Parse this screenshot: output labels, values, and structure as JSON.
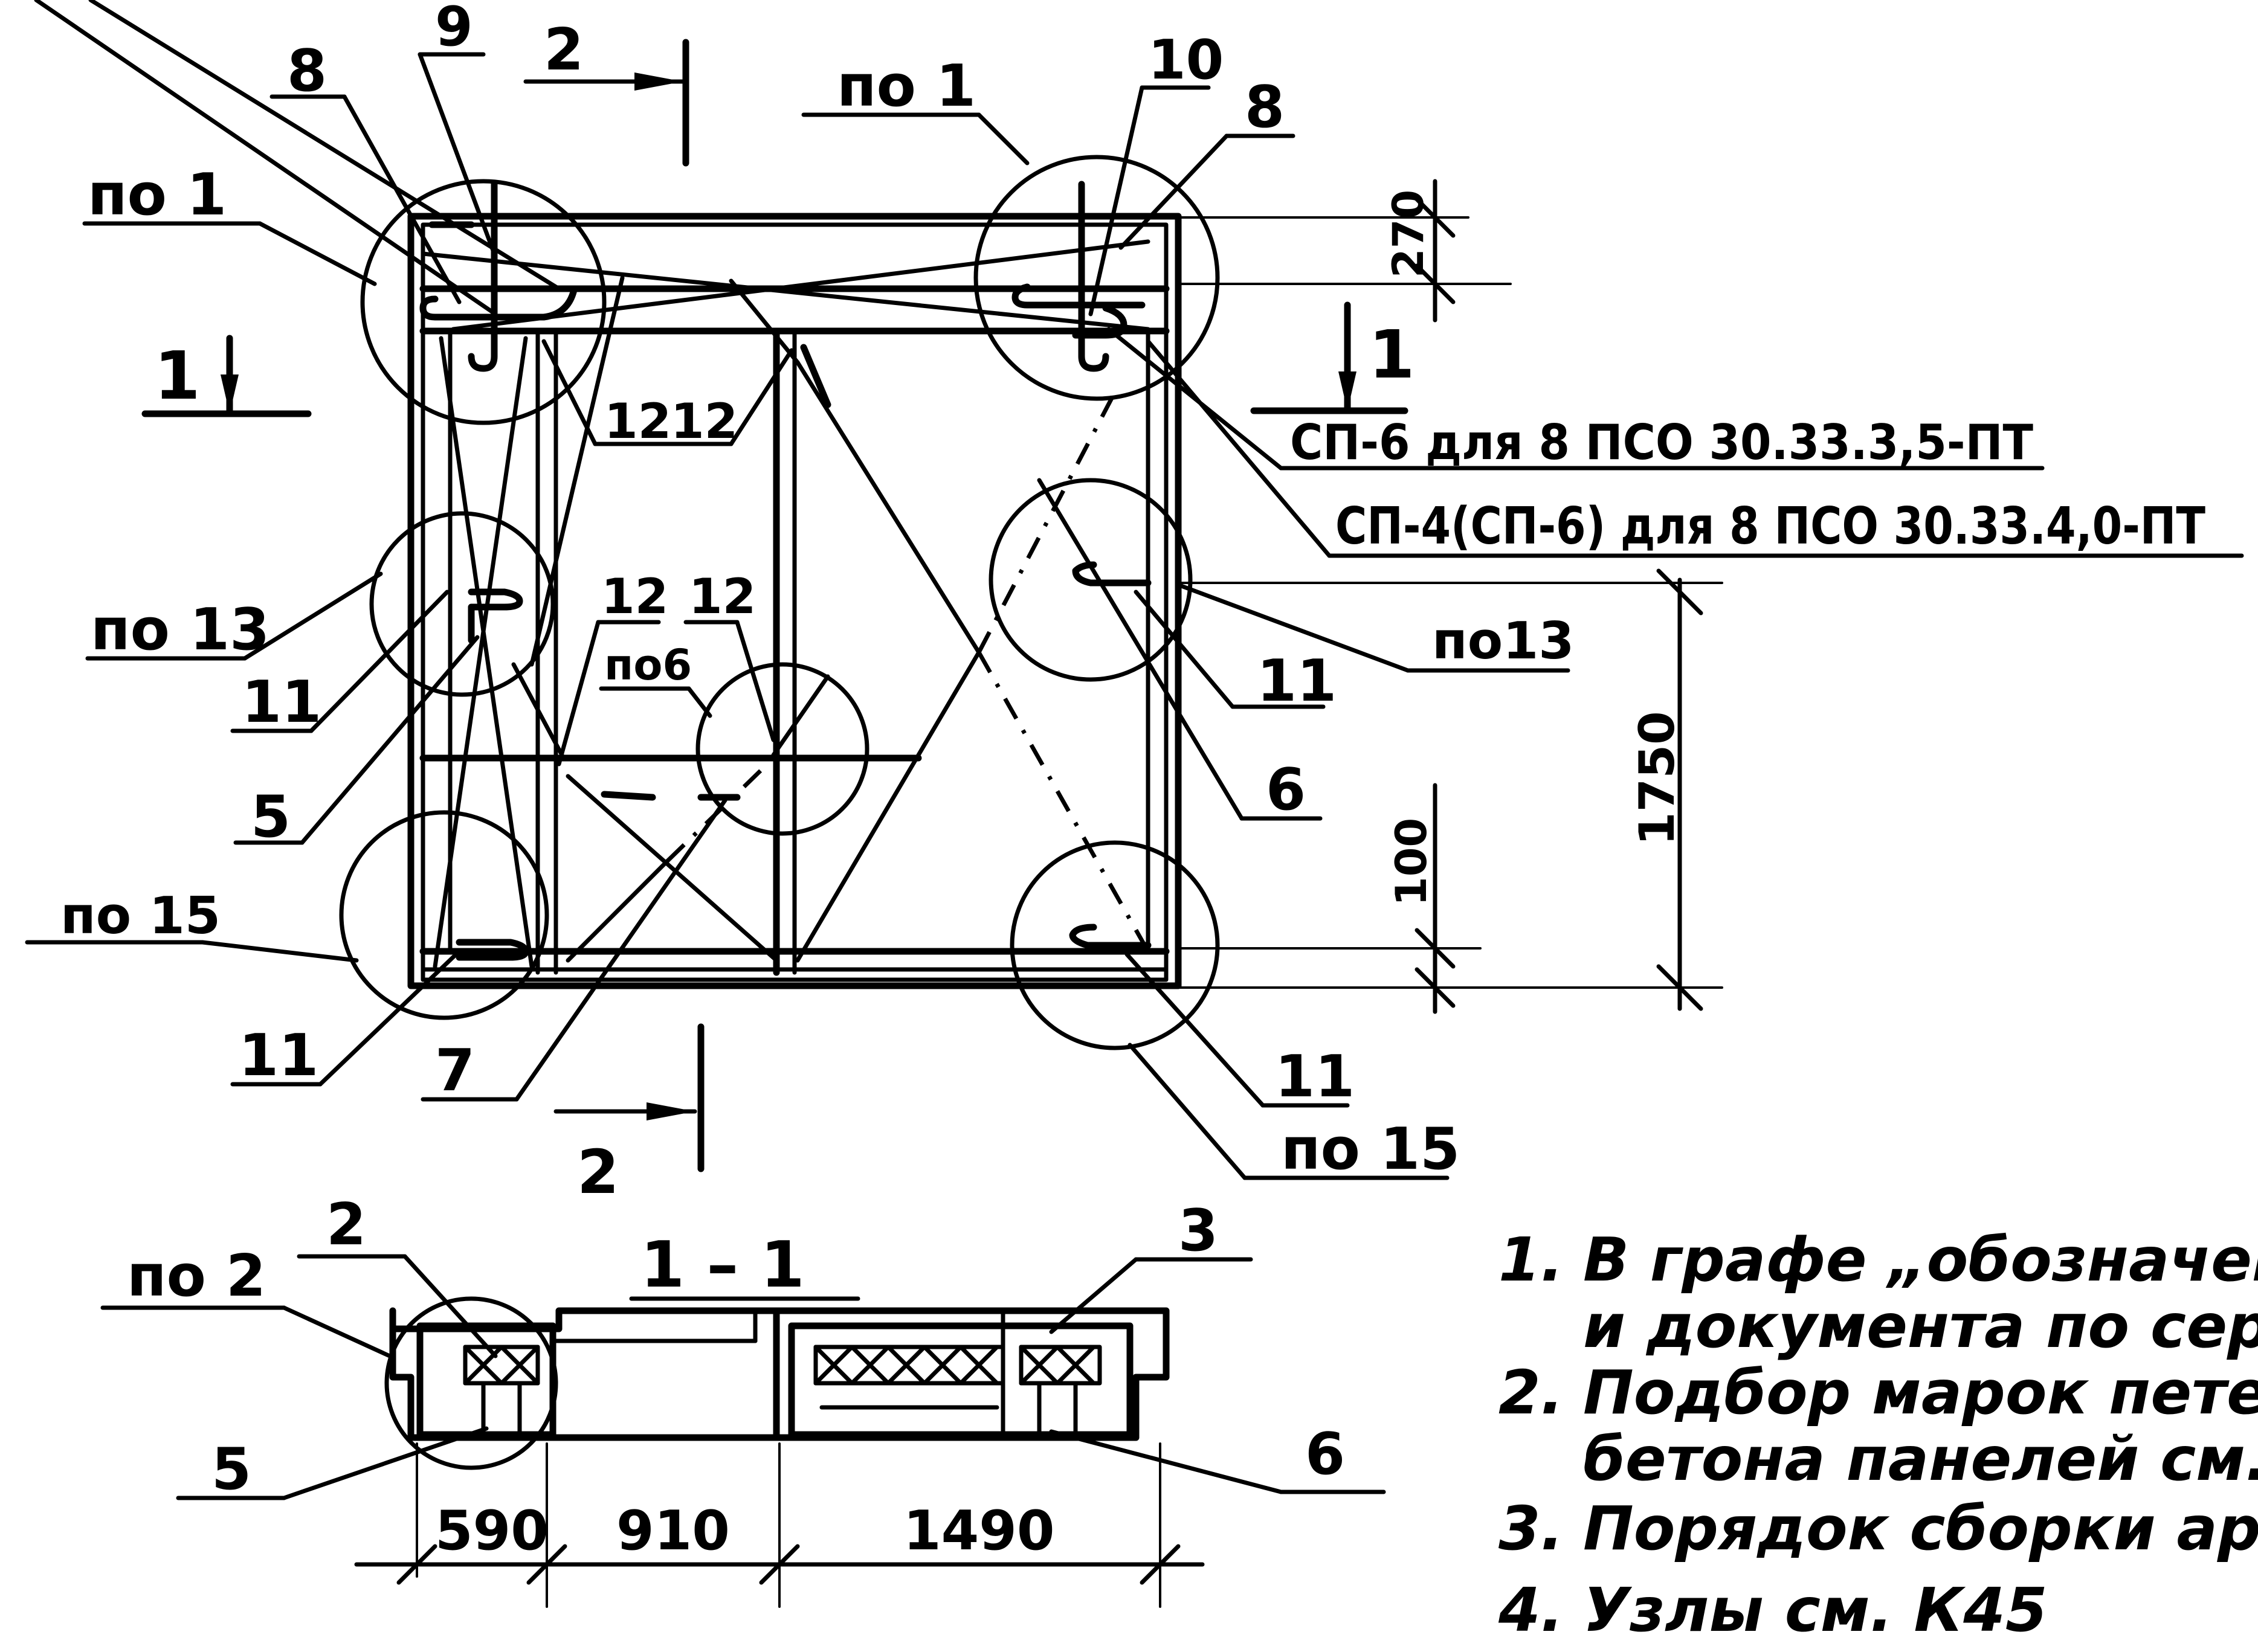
{
  "labels": {
    "mark_9": "9",
    "mark_8_left": "8",
    "section_2_top": "2",
    "po1_top_right": "по 1",
    "mark_10": "10",
    "mark_8_right": "8",
    "po1_left": "по 1",
    "section_1_left": "1",
    "section_1_right": "1",
    "dim_270": "270",
    "spec_sp6": "СП-6  для 8 ПСО 30.33.3,5-ПТ",
    "spec_sp4": "СП-4(СП-6) для 8 ПСО 30.33.4,0-ПТ",
    "mark_12a": "12",
    "mark_12b": "12",
    "mark_12c": "12",
    "mark_12d": "12",
    "po6": "по6",
    "po13_left": "по 13",
    "po13_right": "по13",
    "mark_11_left_top": "11",
    "mark_11_right_top": "11",
    "mark_5_plan": "5",
    "mark_6_plan": "6",
    "dim_1750": "1750",
    "dim_100": "100",
    "po15_left": "по 15",
    "mark_11_left_bot": "11",
    "mark_7": "7",
    "mark_11_right_bot": "11",
    "po15_right": "по 15",
    "section_2_bottom": "2",
    "section_1_1_title": "1 – 1",
    "mark_2": "2",
    "mark_3": "3",
    "po2": "по 2",
    "mark_5_section": "5",
    "mark_6_section": "6",
    "dim_590": "590",
    "dim_910": "910",
    "dim_1490": "1490"
  },
  "notes": [
    {
      "num": "1.",
      "line1": "В графе „обозначение",
      "line2": "и документа по сери"
    },
    {
      "num": "2.",
      "line1": "Подбор марок петель",
      "line2": "бетона панелей см."
    },
    {
      "num": "3.",
      "line1": "Порядок сборки арм",
      "line2": ""
    },
    {
      "num": "4.",
      "line1": "Узлы см. К45",
      "line2": ""
    }
  ]
}
